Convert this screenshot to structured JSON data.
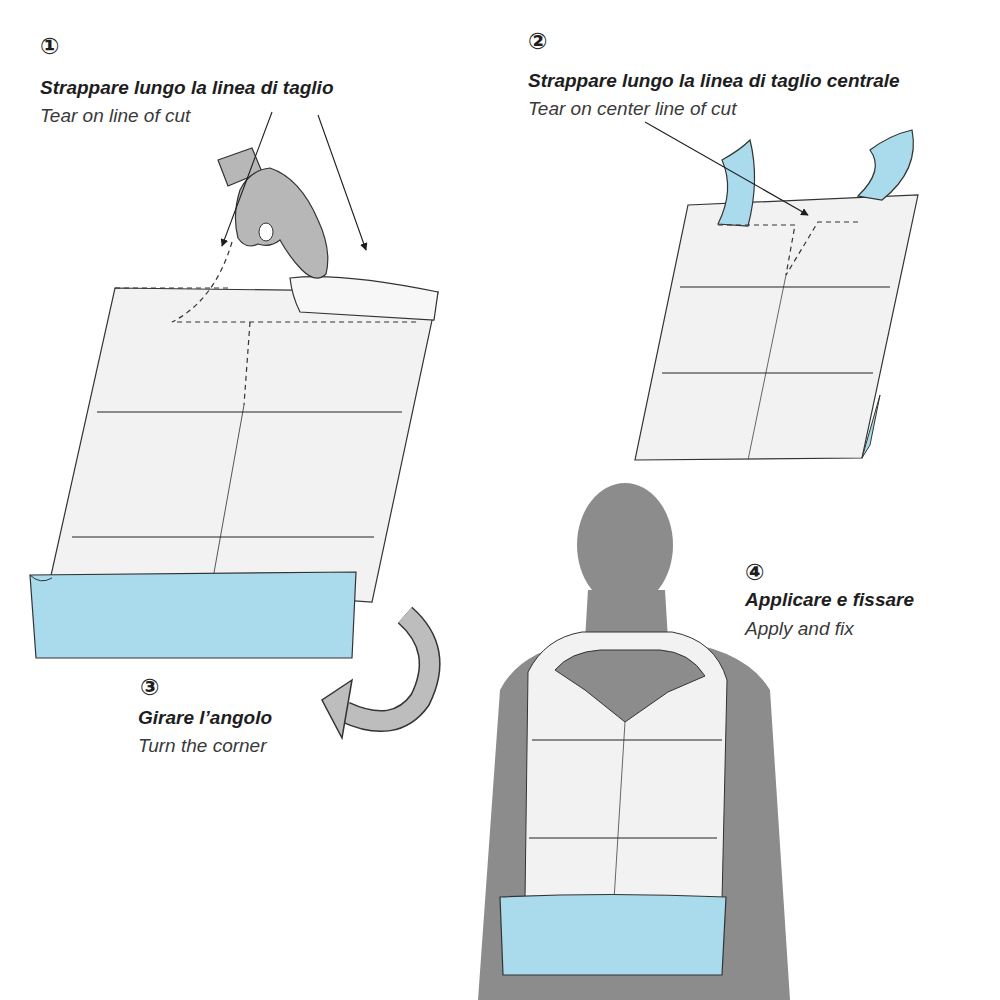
{
  "diagram": {
    "labels": [
      "①",
      "Strappare lungo la linea di taglio",
      "Tear on line of cut",
      "②",
      "Strappare lungo la linea di taglio centrale",
      "Tear on center line of cut",
      "③",
      "Girare l’angolo",
      "Turn the corner",
      "④",
      "Applicare e fissare",
      "Apply and fix"
    ]
  }
}
